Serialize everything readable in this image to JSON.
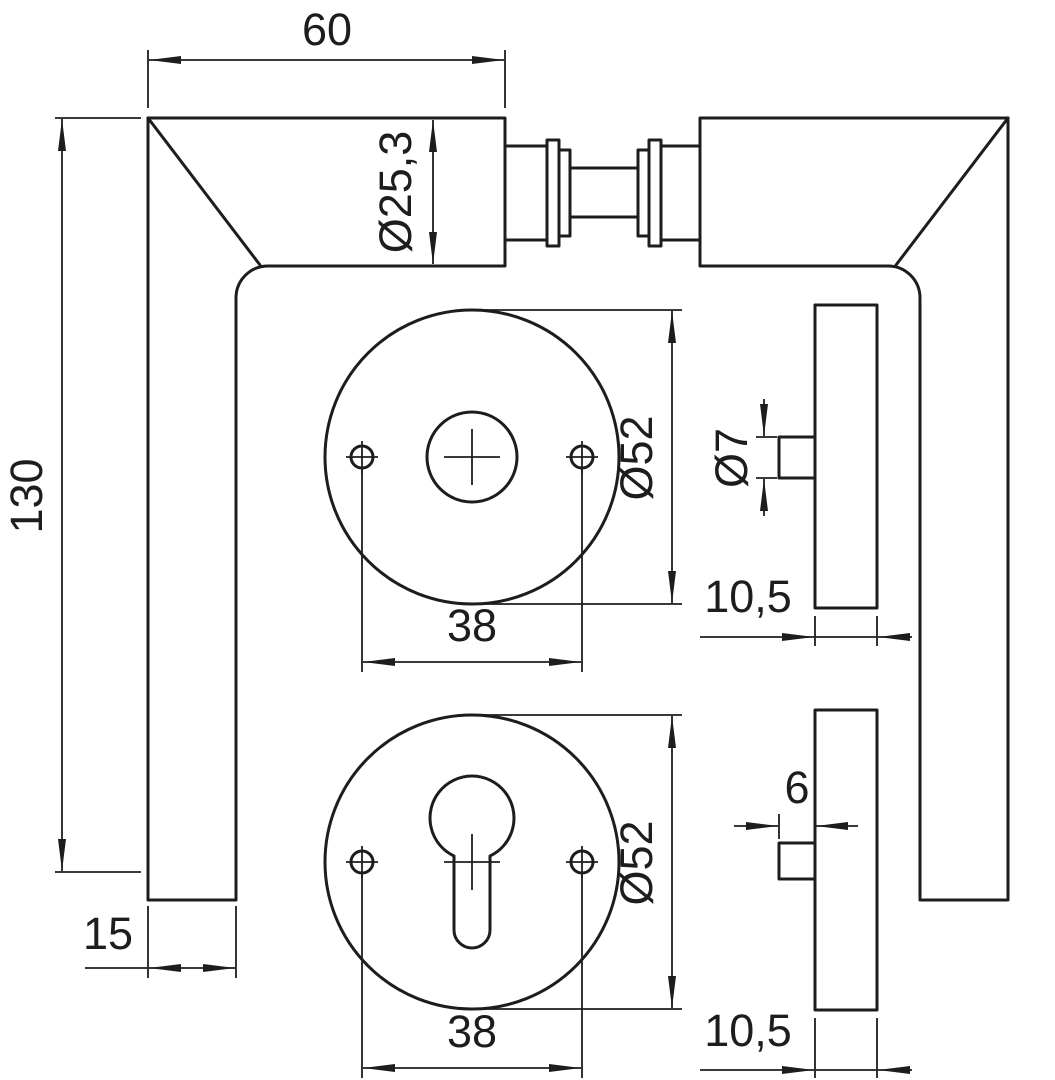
{
  "drawing": {
    "type": "technical-dimension-drawing",
    "subject": "door-handle-set-with-round-roses",
    "background": "#ffffff",
    "line_color": "#1d1d1b",
    "views": {
      "handle_pair": {
        "grip_length": "60",
        "grip_diameter": "Ø25,3",
        "handle_drop": "130",
        "grip_end_width": "15"
      },
      "rose_front_top": {
        "diameter": "Ø52",
        "screw_spacing": "38"
      },
      "rose_side_top": {
        "boss_diameter": "Ø7",
        "thickness": "10,5"
      },
      "rose_front_bottom": {
        "diameter": "Ø52",
        "screw_spacing": "38"
      },
      "rose_side_bottom": {
        "boss_width": "6",
        "thickness": "10,5"
      }
    }
  }
}
